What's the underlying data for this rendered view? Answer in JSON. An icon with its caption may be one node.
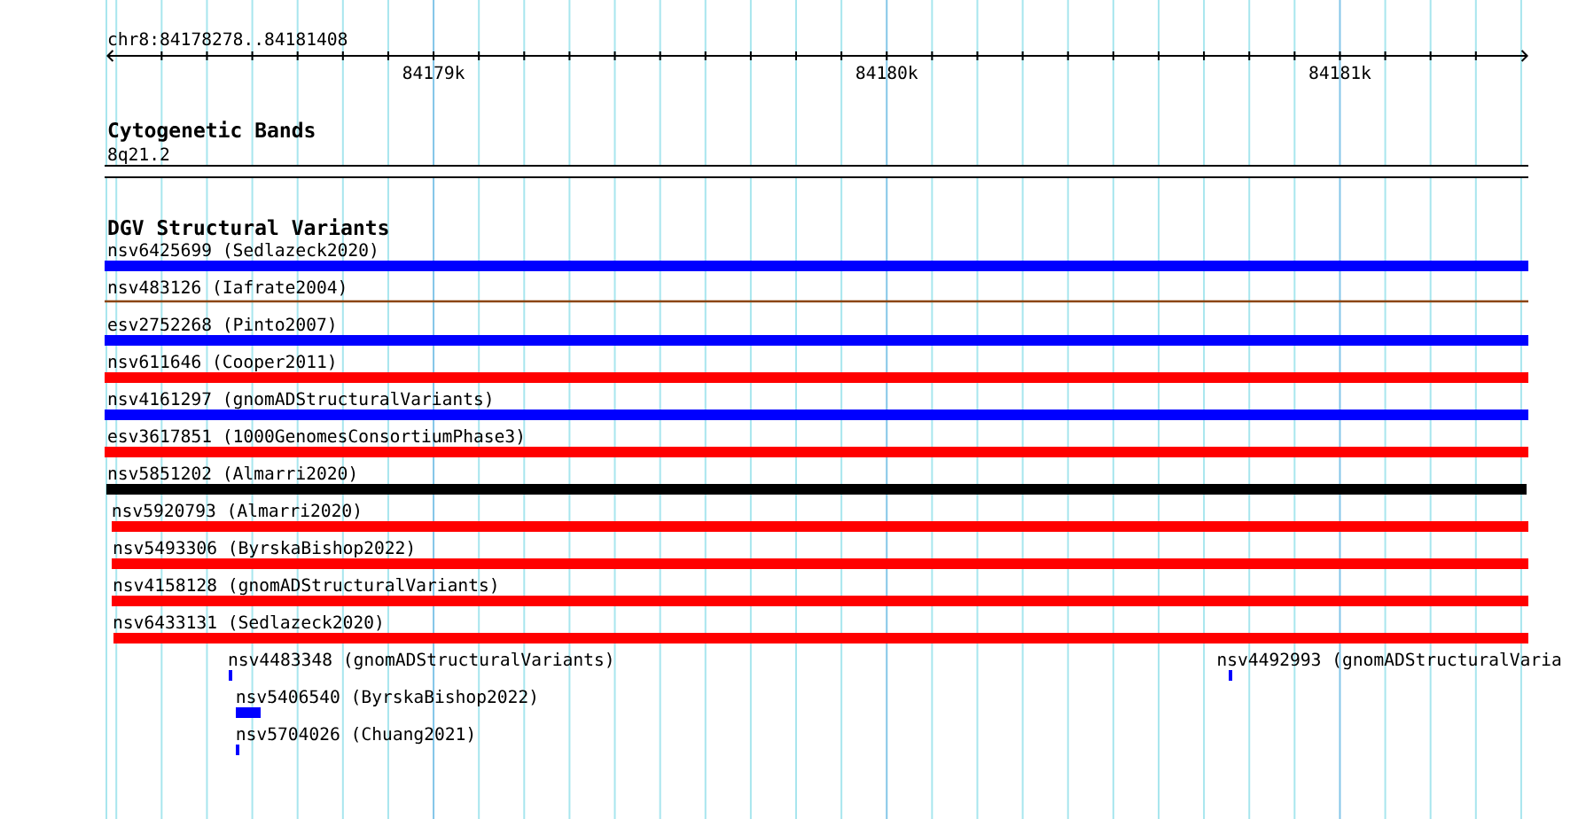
{
  "diagram": {
    "nodes": [
      {
        "text": [
          "8q21.2"
        ]
      },
      {
        "text": [
          "nsv6425699 (Sedlazeck2020)"
        ]
      },
      {
        "text": [
          "nsv483126 (Iafrate2004)"
        ]
      },
      {
        "text": [
          "esv2752268 (Pinto2007)"
        ]
      },
      {
        "text": [
          "nsv611646 (Cooper2011)"
        ]
      },
      {
        "text": [
          "nsv4161297 (gnomADStructuralVariants)"
        ]
      },
      {
        "text": [
          "esv3617851 (1000GenomesConsortiumPhase3)"
        ]
      },
      {
        "text": [
          "nsv5851202 (Almarri2020)"
        ]
      },
      {
        "text": [
          "nsv5920793 (Almarri2020)"
        ]
      },
      {
        "text": [
          "nsv5493306 (ByrskaBishop2022)"
        ]
      },
      {
        "text": [
          "nsv4158128 (gnomADStructuralVariants)"
        ]
      },
      {
        "text": [
          "nsv6433131 (Sedlazeck2020)"
        ]
      },
      {
        "text": [
          "nsv4483348 (gnomADStructuralVariants)"
        ]
      },
      {
        "text": [
          "nsv4492993 (gnomADStructuralVaria"
        ]
      },
      {
        "text": [
          "nsv5406540 (ByrskaBishop2022)"
        ]
      },
      {
        "text": [
          "nsv5704026 (Chuang2021)"
        ]
      }
    ],
    "labels": [
      "chr8:84178278..84181408",
      "84179k",
      "84180k",
      "84181k",
      "Cytogenetic Bands",
      "DGV Structural Variants"
    ]
  }
}
